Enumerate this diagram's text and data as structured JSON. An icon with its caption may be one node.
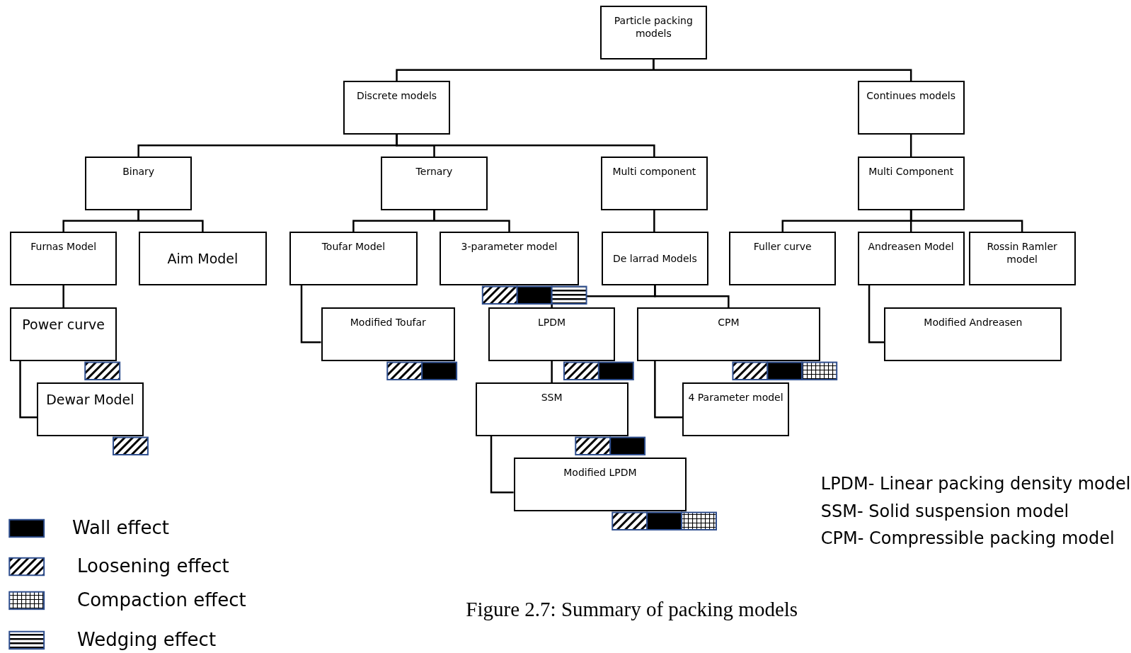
{
  "diagram": {
    "caption": "Figure 2.7: Summary of packing models",
    "nodes": [
      {
        "text": [
          "Particle packing models"
        ]
      },
      {
        "text": [
          "Discrete models"
        ]
      },
      {
        "text": [
          "Continues models"
        ]
      },
      {
        "text": [
          "Binary"
        ]
      },
      {
        "text": [
          "Ternary"
        ]
      },
      {
        "text": [
          "Multi component"
        ]
      },
      {
        "text": [
          "Multi Component"
        ]
      },
      {
        "text": [
          "Furnas Model"
        ]
      },
      {
        "text": [
          "Aim Model"
        ]
      },
      {
        "text": [
          "Toufar Model"
        ]
      },
      {
        "text": [
          "3-parameter model"
        ]
      },
      {
        "text": [
          "De larrad Models"
        ]
      },
      {
        "text": [
          "Fuller curve"
        ]
      },
      {
        "text": [
          "Andreasen Model"
        ]
      },
      {
        "text": [
          "Rossin Ramler model"
        ]
      },
      {
        "text": [
          "Power curve"
        ]
      },
      {
        "text": [
          "Modified Toufar"
        ]
      },
      {
        "text": [
          "LPDM"
        ]
      },
      {
        "text": [
          "CPM"
        ]
      },
      {
        "text": [
          "Modified Andreasen"
        ]
      },
      {
        "text": [
          "Dewar Model"
        ]
      },
      {
        "text": [
          "SSM"
        ]
      },
      {
        "text": [
          "4 Parameter model"
        ]
      },
      {
        "text": [
          "Modified LPDM"
        ]
      }
    ],
    "edges": [
      {
        "from": 0,
        "to": 1,
        "arrow": "none"
      },
      {
        "from": 0,
        "to": 2,
        "arrow": "none"
      },
      {
        "from": 1,
        "to": 3,
        "arrow": "none"
      },
      {
        "from": 1,
        "to": 4,
        "arrow": "none"
      },
      {
        "from": 1,
        "to": 5,
        "arrow": "none"
      },
      {
        "from": 2,
        "to": 6,
        "arrow": "none"
      },
      {
        "from": 3,
        "to": 7,
        "arrow": "none"
      },
      {
        "from": 3,
        "to": 8,
        "arrow": "none"
      },
      {
        "from": 4,
        "to": 9,
        "arrow": "none"
      },
      {
        "from": 4,
        "to": 10,
        "arrow": "none"
      },
      {
        "from": 5,
        "to": 11,
        "arrow": "none"
      },
      {
        "from": 6,
        "to": 12,
        "arrow": "none"
      },
      {
        "from": 6,
        "to": 13,
        "arrow": "none"
      },
      {
        "from": 6,
        "to": 14,
        "arrow": "none"
      },
      {
        "from": 7,
        "to": 15,
        "arrow": "none"
      },
      {
        "from": 15,
        "to": 20,
        "arrow": "none"
      },
      {
        "from": 9,
        "to": 16,
        "arrow": "none"
      },
      {
        "from": 11,
        "to": 17,
        "arrow": "none"
      },
      {
        "from": 11,
        "to": 18,
        "arrow": "none"
      },
      {
        "from": 17,
        "to": 21,
        "arrow": "none"
      },
      {
        "from": 21,
        "to": 23,
        "arrow": "none"
      },
      {
        "from": 18,
        "to": 22,
        "arrow": "none"
      },
      {
        "from": 13,
        "to": 19,
        "arrow": "none"
      }
    ],
    "labels": [
      "LPDM- Linear packing density model",
      "SSM- Solid suspension model",
      "CPM- Compressible packing model"
    ],
    "legend": [
      {
        "text": "Wall effect",
        "color": "#000000"
      },
      {
        "text": "Loosening effect"
      },
      {
        "text": "Compaction effect"
      },
      {
        "text": "Wedging effect"
      }
    ]
  }
}
